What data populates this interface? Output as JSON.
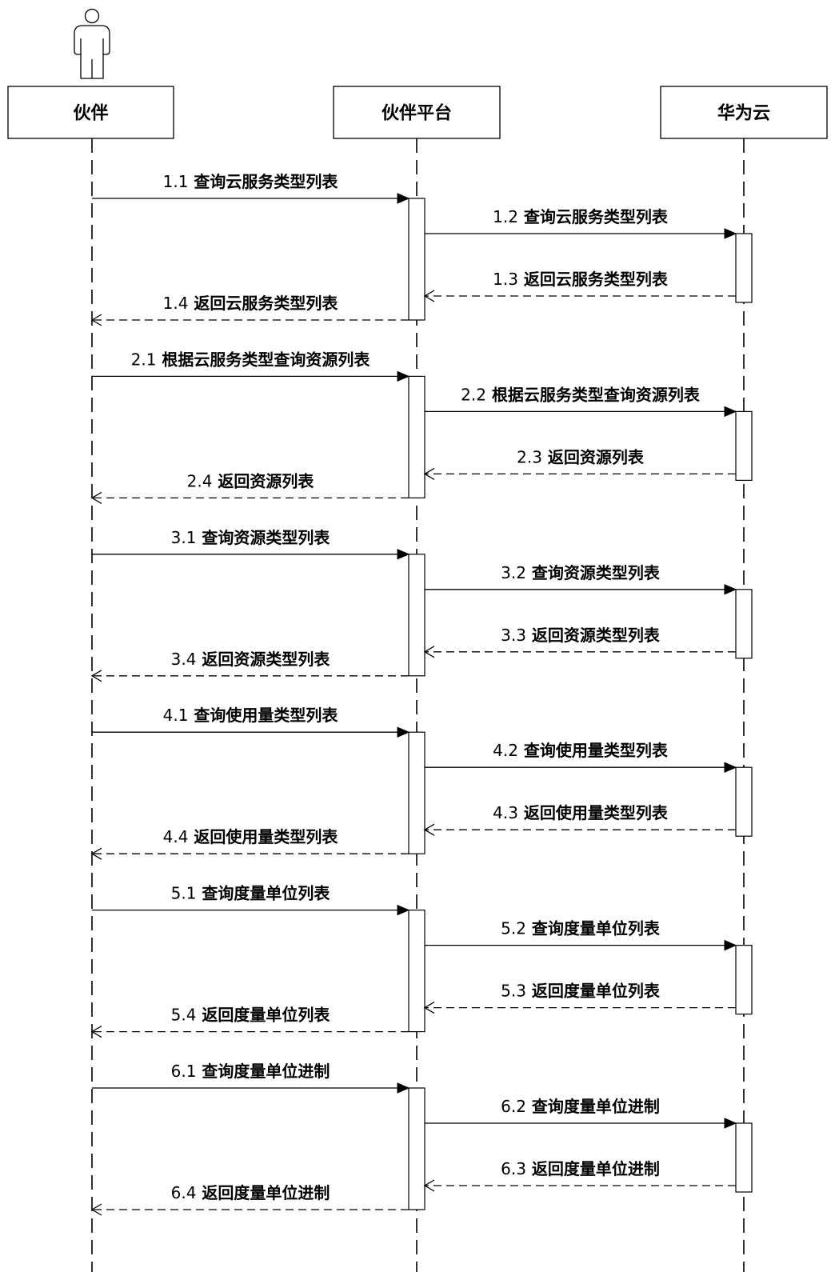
{
  "participants": [
    {
      "id": "partner",
      "label": "伙伴",
      "has_actor_icon": true
    },
    {
      "id": "platform",
      "label": "伙伴平台",
      "has_actor_icon": false
    },
    {
      "id": "huaweicloud",
      "label": "华为云",
      "has_actor_icon": false
    }
  ],
  "groups": [
    {
      "messages": [
        {
          "num": "1.1",
          "text": "查询云服务类型列表",
          "from": "partner",
          "to": "platform",
          "kind": "call"
        },
        {
          "num": "1.2",
          "text": "查询云服务类型列表",
          "from": "platform",
          "to": "huaweicloud",
          "kind": "call"
        },
        {
          "num": "1.3",
          "text": "返回云服务类型列表",
          "from": "huaweicloud",
          "to": "platform",
          "kind": "return"
        },
        {
          "num": "1.4",
          "text": "返回云服务类型列表",
          "from": "platform",
          "to": "partner",
          "kind": "return"
        }
      ]
    },
    {
      "messages": [
        {
          "num": "2.1",
          "text": "根据云服务类型查询资源列表",
          "from": "partner",
          "to": "platform",
          "kind": "call"
        },
        {
          "num": "2.2",
          "text": "根据云服务类型查询资源列表",
          "from": "platform",
          "to": "huaweicloud",
          "kind": "call"
        },
        {
          "num": "2.3",
          "text": "返回资源列表",
          "from": "huaweicloud",
          "to": "platform",
          "kind": "return"
        },
        {
          "num": "2.4",
          "text": "返回资源列表",
          "from": "platform",
          "to": "partner",
          "kind": "return"
        }
      ]
    },
    {
      "messages": [
        {
          "num": "3.1",
          "text": "查询资源类型列表",
          "from": "partner",
          "to": "platform",
          "kind": "call"
        },
        {
          "num": "3.2",
          "text": "查询资源类型列表",
          "from": "platform",
          "to": "huaweicloud",
          "kind": "call"
        },
        {
          "num": "3.3",
          "text": "返回资源类型列表",
          "from": "huaweicloud",
          "to": "platform",
          "kind": "return"
        },
        {
          "num": "3.4",
          "text": "返回资源类型列表",
          "from": "platform",
          "to": "partner",
          "kind": "return"
        }
      ]
    },
    {
      "messages": [
        {
          "num": "4.1",
          "text": "查询使用量类型列表",
          "from": "partner",
          "to": "platform",
          "kind": "call"
        },
        {
          "num": "4.2",
          "text": "查询使用量类型列表",
          "from": "platform",
          "to": "huaweicloud",
          "kind": "call"
        },
        {
          "num": "4.3",
          "text": "返回使用量类型列表",
          "from": "huaweicloud",
          "to": "platform",
          "kind": "return"
        },
        {
          "num": "4.4",
          "text": "返回使用量类型列表",
          "from": "platform",
          "to": "partner",
          "kind": "return"
        }
      ]
    },
    {
      "messages": [
        {
          "num": "5.1",
          "text": "查询度量单位列表",
          "from": "partner",
          "to": "platform",
          "kind": "call"
        },
        {
          "num": "5.2",
          "text": "查询度量单位列表",
          "from": "platform",
          "to": "huaweicloud",
          "kind": "call"
        },
        {
          "num": "5.3",
          "text": "返回度量单位列表",
          "from": "huaweicloud",
          "to": "platform",
          "kind": "return"
        },
        {
          "num": "5.4",
          "text": "返回度量单位列表",
          "from": "platform",
          "to": "partner",
          "kind": "return"
        }
      ]
    },
    {
      "messages": [
        {
          "num": "6.1",
          "text": "查询度量单位进制",
          "from": "partner",
          "to": "platform",
          "kind": "call"
        },
        {
          "num": "6.2",
          "text": "查询度量单位进制",
          "from": "platform",
          "to": "huaweicloud",
          "kind": "call"
        },
        {
          "num": "6.3",
          "text": "返回度量单位进制",
          "from": "huaweicloud",
          "to": "platform",
          "kind": "return"
        },
        {
          "num": "6.4",
          "text": "返回度量单位进制",
          "from": "platform",
          "to": "partner",
          "kind": "return"
        }
      ]
    }
  ]
}
